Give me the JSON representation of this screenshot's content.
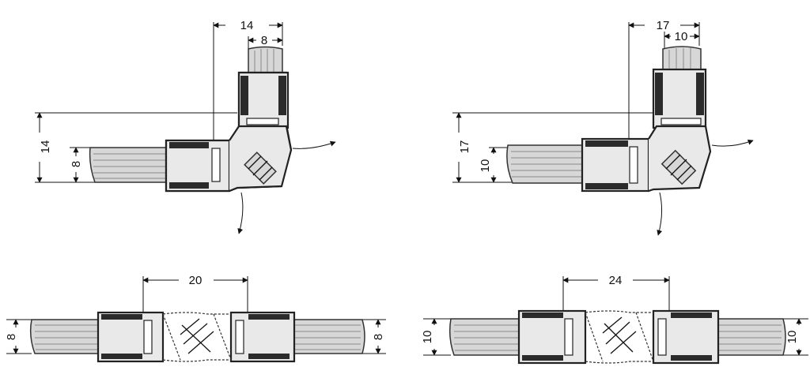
{
  "colors": {
    "line": "#111111",
    "glass": "#d7d7d7",
    "seal": "#2b2b2b"
  },
  "panels": {
    "top_left": {
      "outer": "14",
      "inner": "8"
    },
    "top_right": {
      "outer": "17",
      "inner": "10"
    },
    "bottom_left": {
      "gap": "20",
      "left": "8",
      "right": "8"
    },
    "bottom_right": {
      "gap": "24",
      "left": "10",
      "right": "10"
    }
  }
}
